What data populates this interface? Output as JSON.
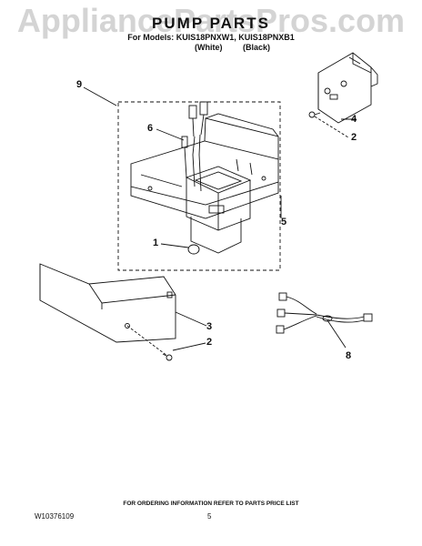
{
  "watermark": "AppliancePartsPros.com",
  "header": {
    "title": "PUMP PARTS",
    "models": "For Models: KUIS18PNXW1, KUIS18PNXB1",
    "variant_white": "(White)",
    "variant_black": "(Black)"
  },
  "callouts": {
    "c1": "1",
    "c2a": "2",
    "c2b": "2",
    "c3": "3",
    "c4": "4",
    "c5": "5",
    "c6": "6",
    "c8": "8",
    "c9": "9"
  },
  "footer": {
    "ordering_note": "FOR ORDERING INFORMATION REFER TO PARTS PRICE LIST",
    "doc_number": "W10376109",
    "page_number": "5"
  }
}
